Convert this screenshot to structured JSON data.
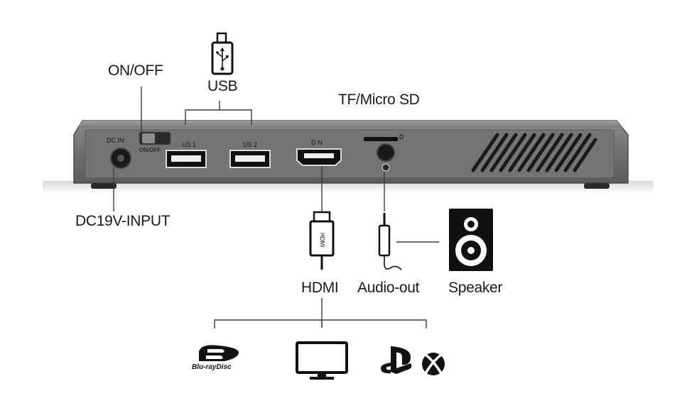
{
  "labels": {
    "on_off": "ON/OFF",
    "usb": "USB",
    "tf_micro_sd": "TF/Micro SD",
    "dc_input": "DC19V-INPUT",
    "hdmi": "HDMI",
    "audio_out": "Audio-out",
    "speaker": "Speaker"
  },
  "device_markings": {
    "dc_in": "DC  IN",
    "on_off_switch": "ON/OFF",
    "usb1": "US 1",
    "usb2": "US 2",
    "hdmi_port": "D  N",
    "sd_slot": "D",
    "hdmi_cable": "HDMI"
  },
  "logos": {
    "bluray": "Blu-rayDisc"
  },
  "colors": {
    "device_body": "#6e6e70",
    "device_top": "#8a8a8c",
    "line": "#3a3a3a",
    "text": "#1a1a1a"
  }
}
